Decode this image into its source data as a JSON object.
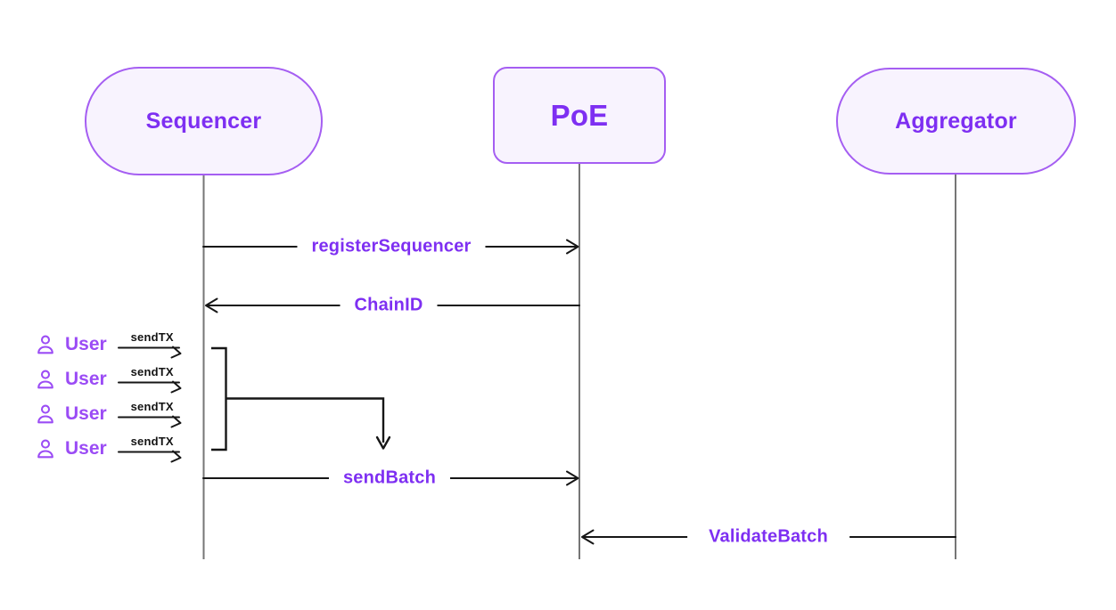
{
  "actors": [
    {
      "name": "Sequencer",
      "shape": "pill"
    },
    {
      "name": "PoE",
      "shape": "rounded-rect"
    },
    {
      "name": "Aggregator",
      "shape": "pill"
    }
  ],
  "messages": [
    {
      "label": "registerSequencer",
      "from": "Sequencer",
      "to": "PoE",
      "direction": "right"
    },
    {
      "label": "ChainID",
      "from": "PoE",
      "to": "Sequencer",
      "direction": "left"
    },
    {
      "label": "sendBatch",
      "from": "Sequencer",
      "to": "PoE",
      "direction": "right"
    },
    {
      "label": "ValidateBatch",
      "from": "Aggregator",
      "to": "PoE",
      "direction": "left"
    }
  ],
  "users": [
    {
      "name": "User",
      "message": "sendTX"
    },
    {
      "name": "User",
      "message": "sendTX"
    },
    {
      "name": "User",
      "message": "sendTX"
    },
    {
      "name": "User",
      "message": "sendTX"
    }
  ],
  "colors": {
    "accent_text": "#7e2ff2",
    "box_border": "#a55ef2",
    "box_fill": "#f8f3fe",
    "user_text": "#9b4cf5",
    "arrow": "#161616",
    "lifeline": "#767676",
    "label_bg": "#ffffff",
    "background": "#ffffff"
  }
}
